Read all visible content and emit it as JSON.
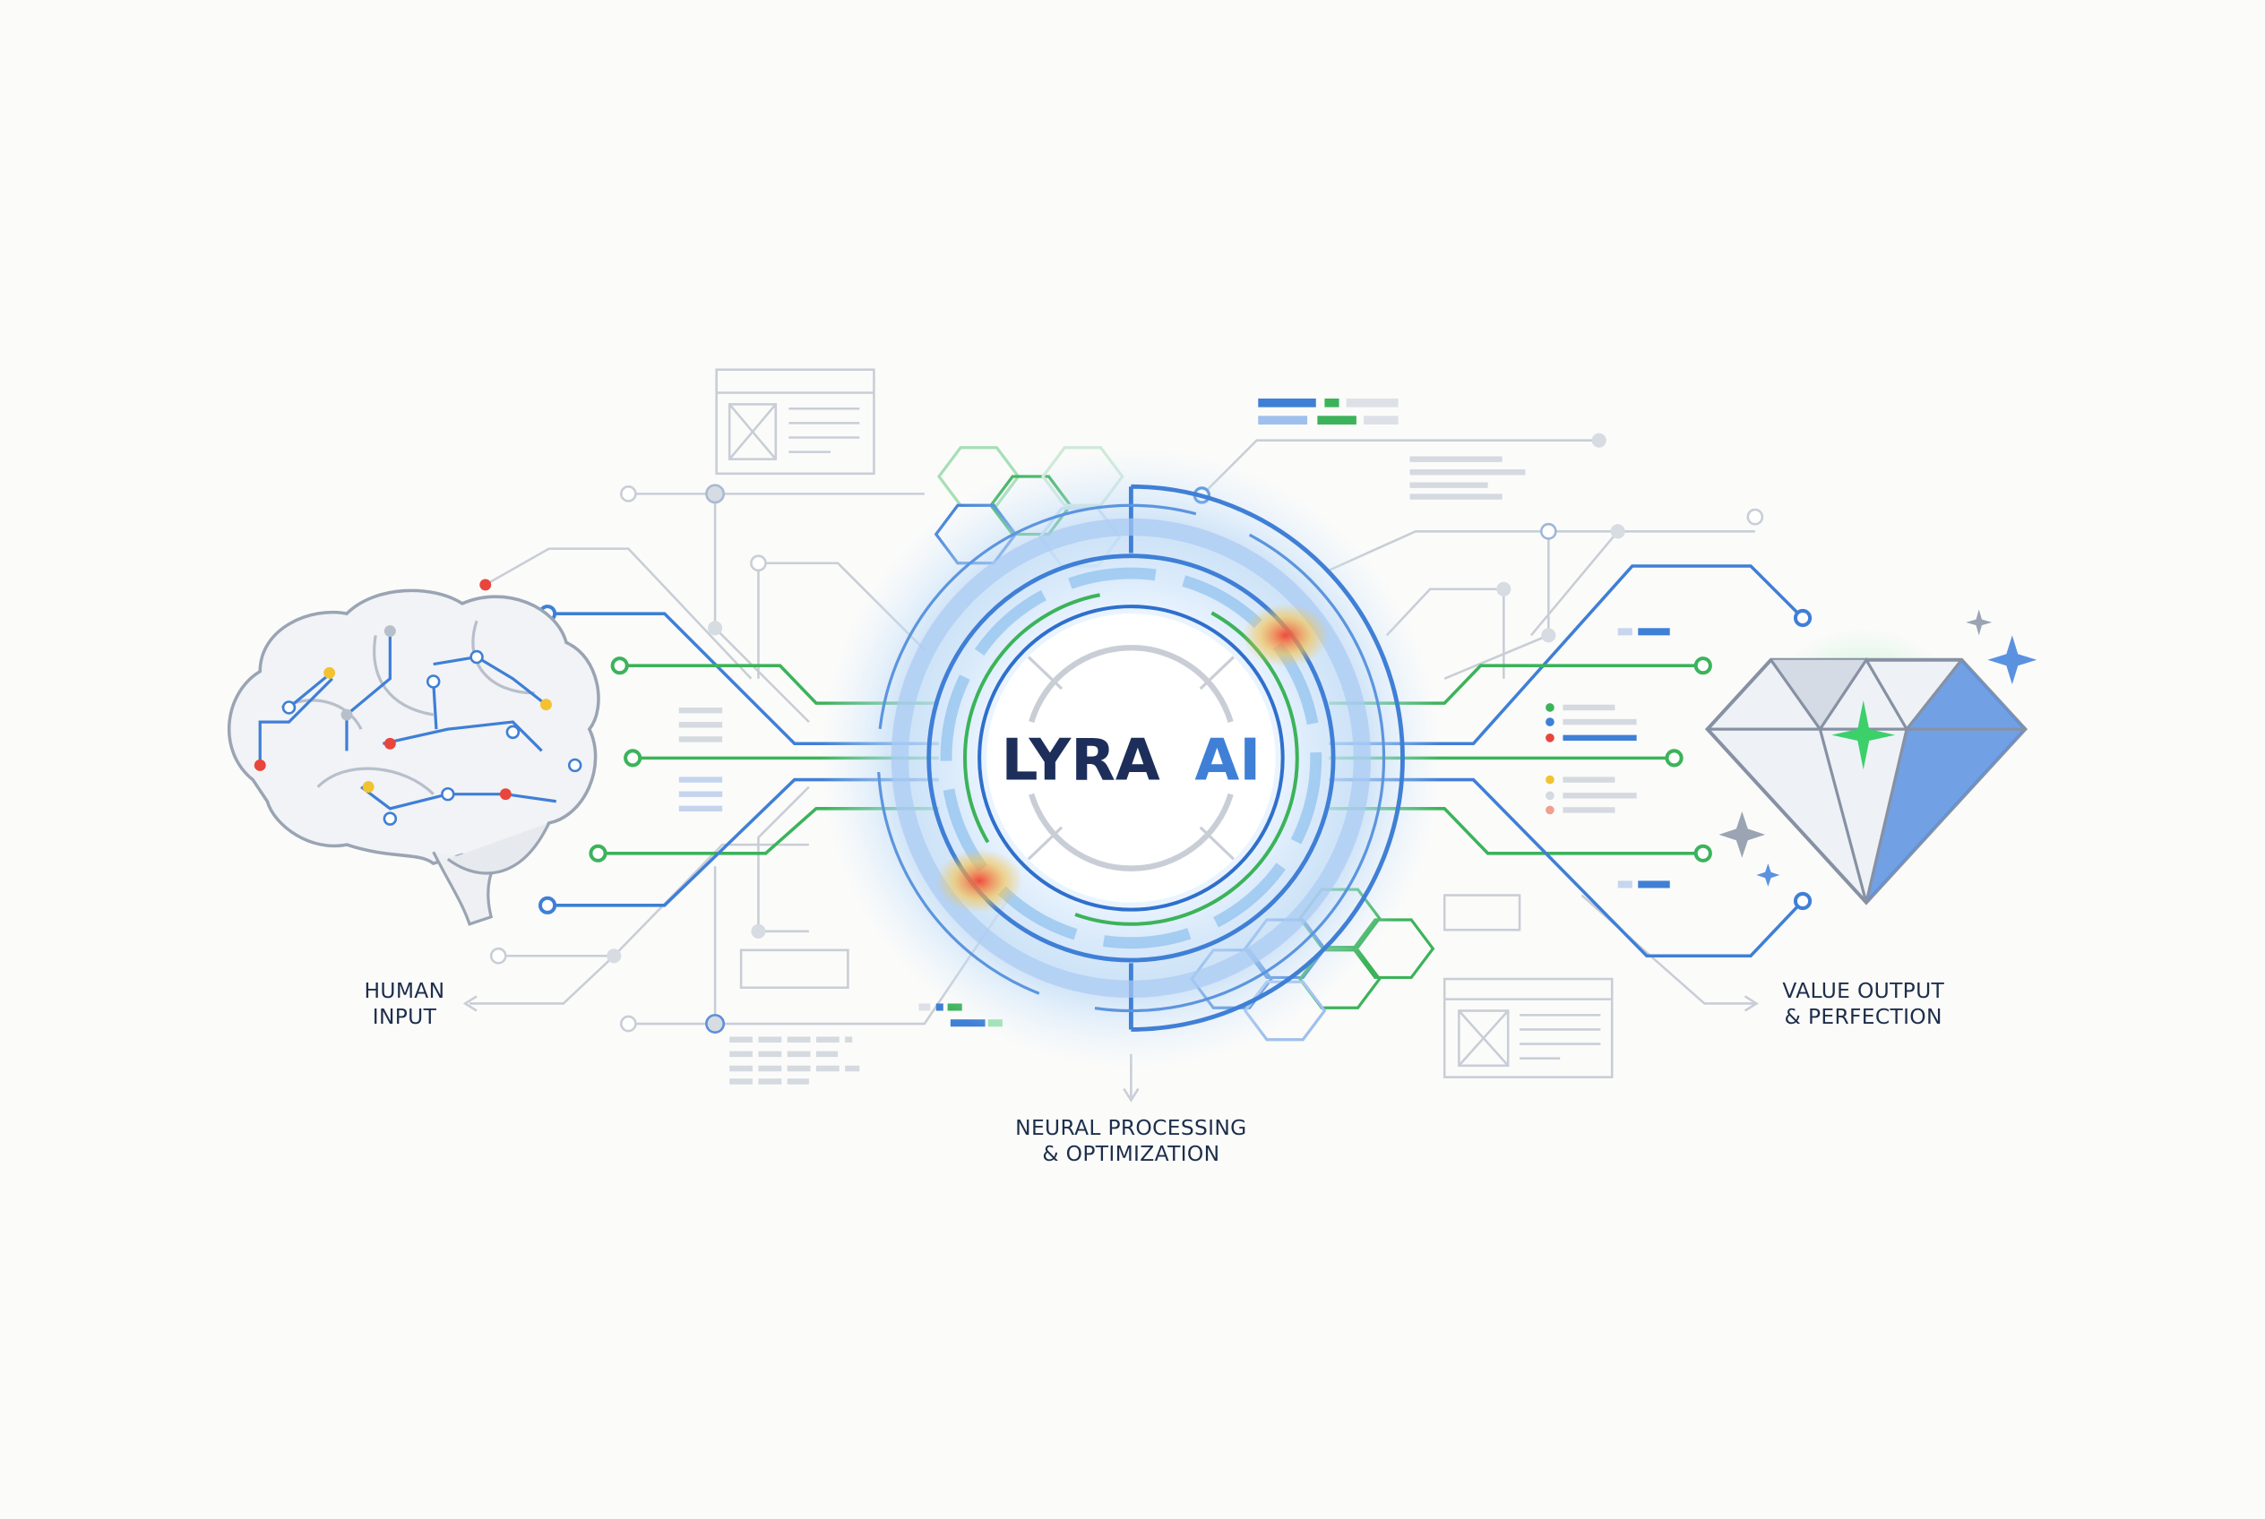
{
  "title": {
    "part1": "LYRA",
    "part2": "AI"
  },
  "labels": {
    "input_line1": "HUMAN",
    "input_line2": "INPUT",
    "processing_line1": "NEURAL PROCESSING",
    "processing_line2": "& OPTIMIZATION",
    "output_line1": "VALUE OUTPUT",
    "output_line2": "& PERFECTION"
  },
  "colors": {
    "blue": "#3f7fd6",
    "green": "#3cb35a",
    "navy": "#1d2e4a",
    "red": "#e8453c",
    "yellow": "#f2c230",
    "gray": "#c9ced6"
  },
  "icons": [
    "brain-icon",
    "diamond-icon",
    "sparkle-icon",
    "hexagon-icon",
    "window-icon"
  ]
}
